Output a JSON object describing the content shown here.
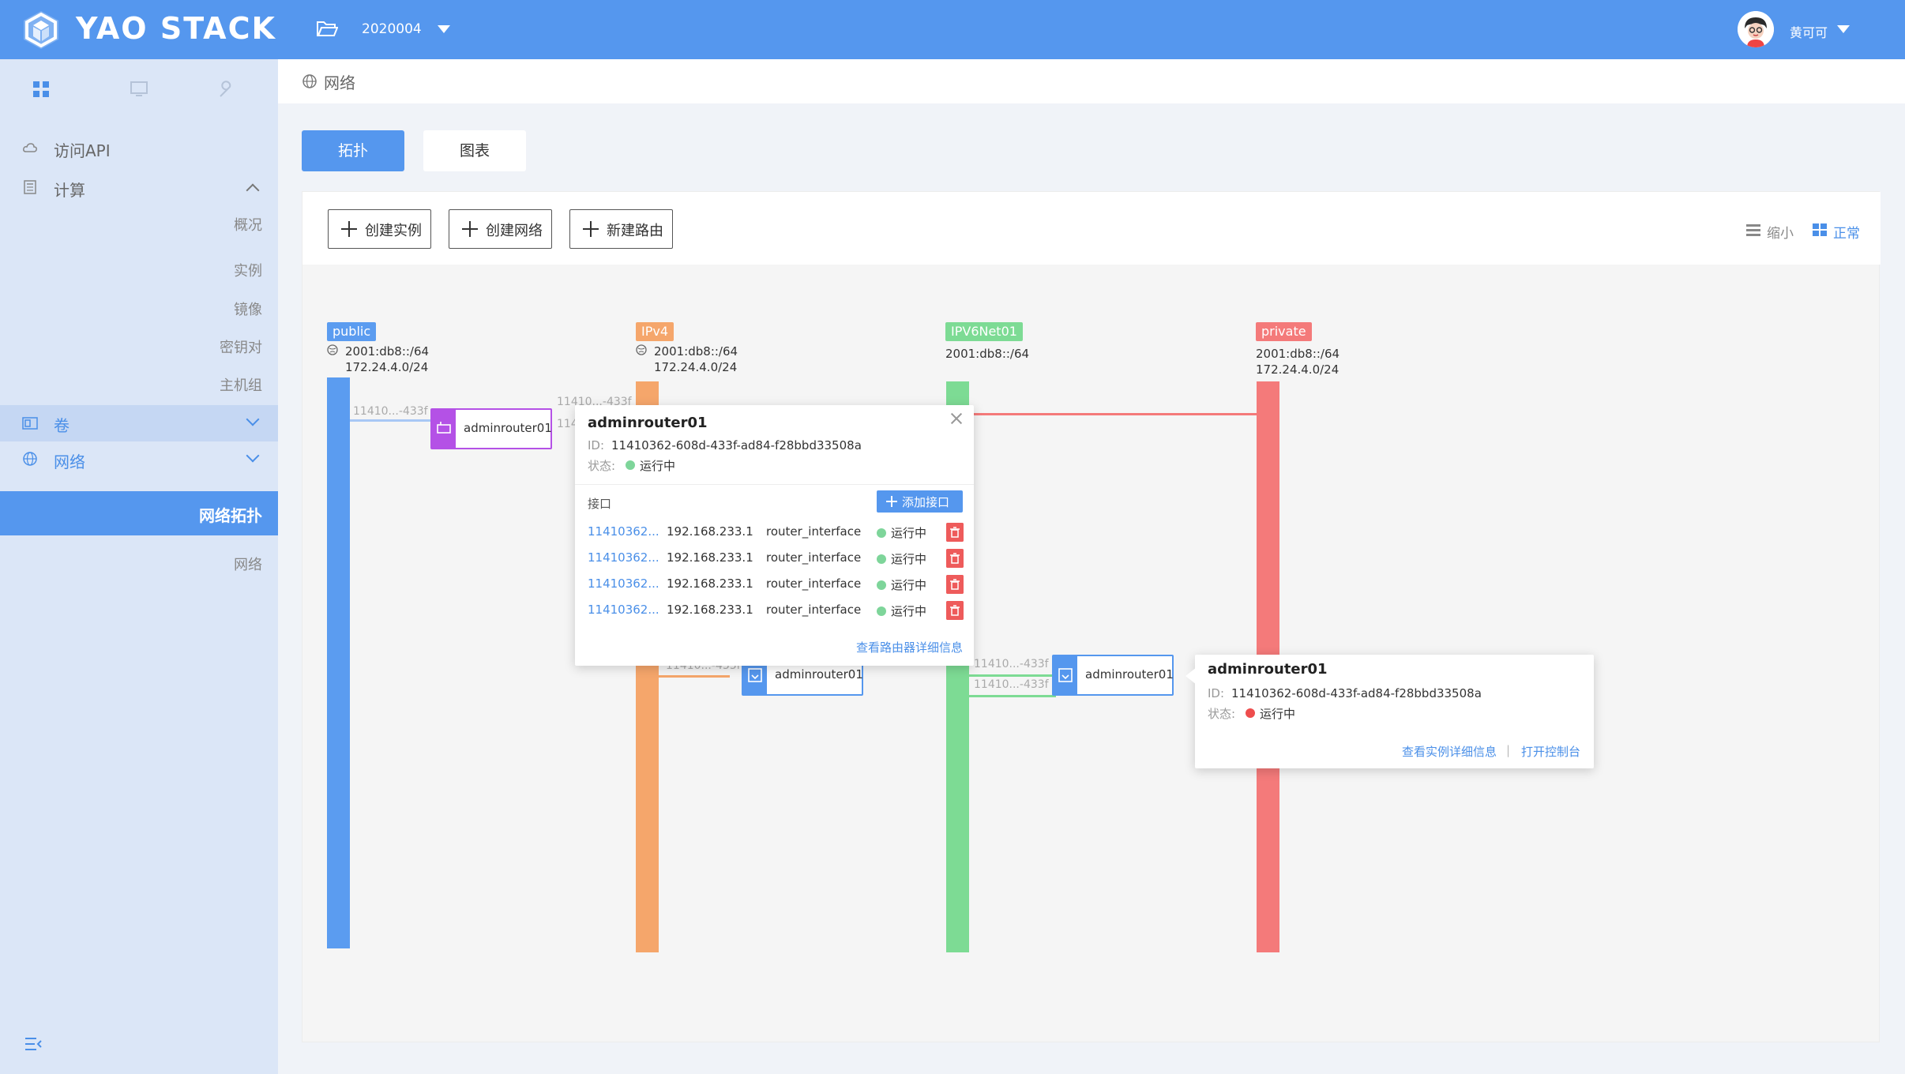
{
  "header": {
    "brand": "YAO STACK",
    "project": "2020004",
    "user": "黄可可"
  },
  "breadcrumb": {
    "text": "网络"
  },
  "sidebar": {
    "items": [
      {
        "label": "访问API"
      },
      {
        "label": "计算"
      },
      {
        "label": "卷"
      },
      {
        "label": "网络"
      }
    ],
    "compute_sub": [
      "概况",
      "实例",
      "镜像",
      "密钥对",
      "主机组"
    ],
    "network_sub": {
      "active": "网络拓扑",
      "other": "网络"
    }
  },
  "view_tabs": {
    "topology": "拓扑",
    "chart": "图表"
  },
  "toolbar": {
    "create_instance": "创建实例",
    "create_network": "创建网络",
    "create_router": "新建路由",
    "mode_small": "缩小",
    "mode_normal": "正常"
  },
  "networks": [
    {
      "name": "public",
      "ipv6": "2001:db8::/64",
      "ipv4": "172.24.4.0/24",
      "color": "#5b9cf0"
    },
    {
      "name": "IPv4",
      "ipv6": "2001:db8::/64",
      "ipv4": "172.24.4.0/24",
      "color": "#f5a66b"
    },
    {
      "name": "IPV6Net01",
      "ipv6": "2001:db8::/64",
      "color": "#7ddb94"
    },
    {
      "name": "private",
      "ipv6": "2001:db8::/64",
      "ipv4": "172.24.4.0/24",
      "color": "#f47a7a"
    }
  ],
  "connections": {
    "label_full": "11410...-433f",
    "label_short1": "11410...",
    "label_short2": "114",
    "label_partial": "11410...-433f"
  },
  "routers": [
    {
      "name": "adminrouter01",
      "color": "#b451e6"
    },
    {
      "name": "adminrouter01",
      "color": "#5597ee"
    },
    {
      "name": "adminrouter01",
      "color": "#5597ee"
    }
  ],
  "router_popup": {
    "title": "adminrouter01",
    "id_label": "ID:",
    "id": "11410362-608d-433f-ad84-f28bbd33508a",
    "status_label": "状态:",
    "status": "运行中",
    "interfaces_label": "接口",
    "add_interface": "添加接口",
    "interfaces": [
      {
        "id": "11410362...",
        "ip": "192.168.233.1",
        "type": "router_interface",
        "status": "运行中"
      },
      {
        "id": "11410362...",
        "ip": "192.168.233.1",
        "type": "router_interface",
        "status": "运行中"
      },
      {
        "id": "11410362...",
        "ip": "192.168.233.1",
        "type": "router_interface",
        "status": "运行中"
      },
      {
        "id": "11410362...",
        "ip": "192.168.233.1",
        "type": "router_interface",
        "status": "运行中"
      }
    ],
    "detail_link": "查看路由器详细信息"
  },
  "instance_popup": {
    "title": "adminrouter01",
    "id_label": "ID:",
    "id": "11410362-608d-433f-ad84-f28bbd33508a",
    "status_label": "状态:",
    "status": "运行中",
    "detail_link": "查看实例详细信息",
    "separator": "|",
    "console_link": "打开控制台"
  }
}
